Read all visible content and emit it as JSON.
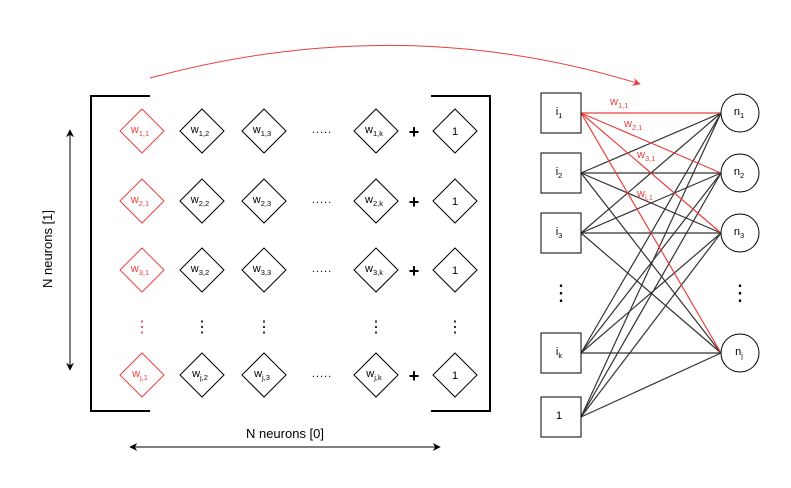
{
  "colors": {
    "highlight": "#e8413f",
    "ink": "#000000",
    "edge": "#333333"
  },
  "matrix": {
    "rows": [
      {
        "cells": [
          {
            "base": "w",
            "sub": "1,1"
          },
          {
            "base": "w",
            "sub": "1,2"
          },
          {
            "base": "w",
            "sub": "1,3"
          },
          {
            "base": "w",
            "sub": "1,k"
          }
        ]
      },
      {
        "cells": [
          {
            "base": "w",
            "sub": "2,1"
          },
          {
            "base": "w",
            "sub": "2,2"
          },
          {
            "base": "w",
            "sub": "2,3"
          },
          {
            "base": "w",
            "sub": "2,k"
          }
        ]
      },
      {
        "cells": [
          {
            "base": "w",
            "sub": "3,1"
          },
          {
            "base": "w",
            "sub": "3,2"
          },
          {
            "base": "w",
            "sub": "3,3"
          },
          {
            "base": "w",
            "sub": "3,k"
          }
        ]
      },
      {
        "cells": [
          {
            "base": "w",
            "sub": "j,1"
          },
          {
            "base": "w",
            "sub": "j,2"
          },
          {
            "base": "w",
            "sub": "j,3"
          },
          {
            "base": "w",
            "sub": "j,k"
          }
        ]
      }
    ],
    "bias_label": "1",
    "plus_sign": "+",
    "hdots": ".....",
    "vdots": "⋮"
  },
  "axes": {
    "vertical_label": "N neurons [1]",
    "horizontal_label": "N neurons [0]"
  },
  "network": {
    "inputs": [
      {
        "base": "i",
        "sub": "1"
      },
      {
        "base": "i",
        "sub": "2"
      },
      {
        "base": "i",
        "sub": "3"
      },
      {
        "base": "i",
        "sub": "k"
      },
      {
        "base": "1",
        "sub": ""
      }
    ],
    "outputs": [
      {
        "base": "n",
        "sub": "1"
      },
      {
        "base": "n",
        "sub": "2"
      },
      {
        "base": "n",
        "sub": "3"
      },
      {
        "base": "n",
        "sub": "j"
      }
    ],
    "weight_labels": [
      {
        "base": "w",
        "sub": "1,1"
      },
      {
        "base": "w",
        "sub": "2,1"
      },
      {
        "base": "w",
        "sub": "3,1"
      },
      {
        "base": "w",
        "sub": "j,1"
      }
    ],
    "vdots": "⋮"
  }
}
